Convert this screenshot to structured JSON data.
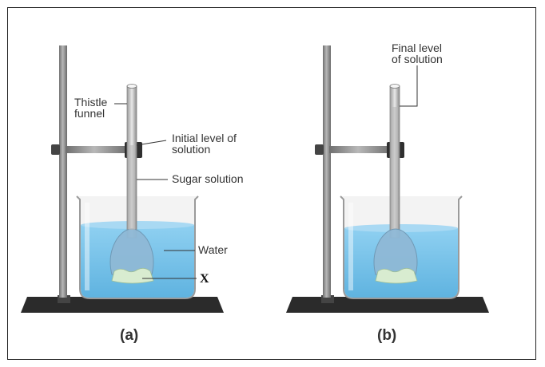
{
  "figure": {
    "panel_a": {
      "caption": "(a)",
      "labels": {
        "thistle_funnel_line1": "Thistle",
        "thistle_funnel_line2": "funnel",
        "initial_level_line1": "Initial level of",
        "initial_level_line2": "solution",
        "sugar_solution": "Sugar solution",
        "water": "Water",
        "membrane_marker": "X"
      }
    },
    "panel_b": {
      "caption": "(b)",
      "labels": {
        "final_level_line1": "Final level",
        "final_level_line2": "of solution"
      }
    }
  },
  "colors": {
    "water": "#7fc4ea",
    "water_surface": "#a9d9f3",
    "rod": "#8a8a8a",
    "base": "#2b2b2b",
    "clamp": "#555555",
    "membrane": "#d8ecd0"
  }
}
